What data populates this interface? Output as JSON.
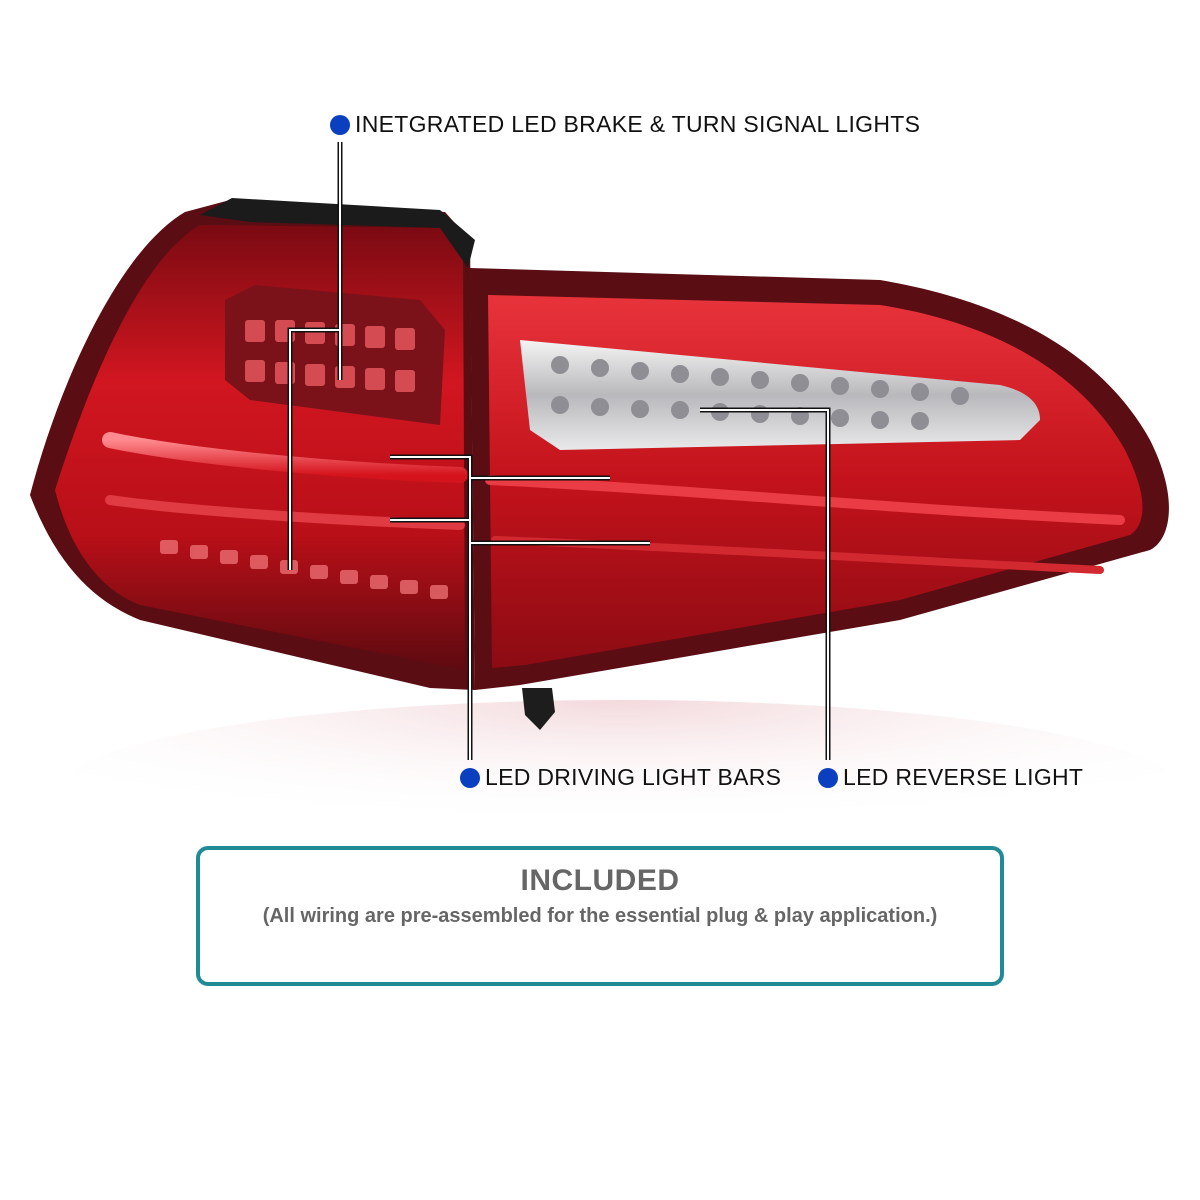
{
  "colors": {
    "dot": "#0a3fbf",
    "box_border": "#1f8b96",
    "box_text": "#666666",
    "lens_red": "#c8101a",
    "lens_dark": "#5a0d12"
  },
  "callouts": {
    "brake_turn": "INETGRATED LED BRAKE & TURN SIGNAL LIGHTS",
    "driving_bars": "LED DRIVING LIGHT BARS",
    "reverse": "LED REVERSE  LIGHT"
  },
  "included": {
    "title": "INCLUDED",
    "subtitle": "(All wiring are pre-assembled for the essential plug & play application.)"
  }
}
